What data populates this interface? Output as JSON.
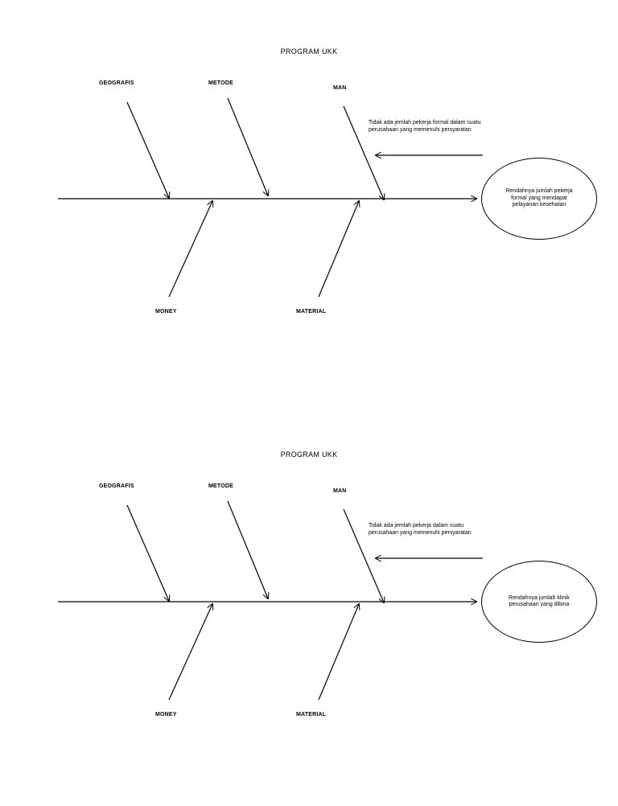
{
  "diagrams": [
    {
      "title": "PROGRAM UKK",
      "categories": {
        "top": [
          "GEOGRAFIS",
          "METODE",
          "MAN"
        ],
        "bottom": [
          "MONEY",
          "MATERIAL"
        ]
      },
      "cause": "Tidak ada jemlah pekerja formal dalam suatu perusahaan yang memenuhi persyaratan",
      "effect": "Rendahnya jumlah pekerja formal yang mendapat pelayanan kesehatan"
    },
    {
      "title": "PROGRAM UKK",
      "categories": {
        "top": [
          "GEOGRAFIS",
          "METODE",
          "MAN"
        ],
        "bottom": [
          "MONEY",
          "MATERIAL"
        ]
      },
      "cause": "Tidak ada jemlah pekerja dalam suatu perusahaan yang memenuhi persyaratan",
      "effect": "Rendahnya jumlah klinik perusahaan yang dibina"
    }
  ]
}
